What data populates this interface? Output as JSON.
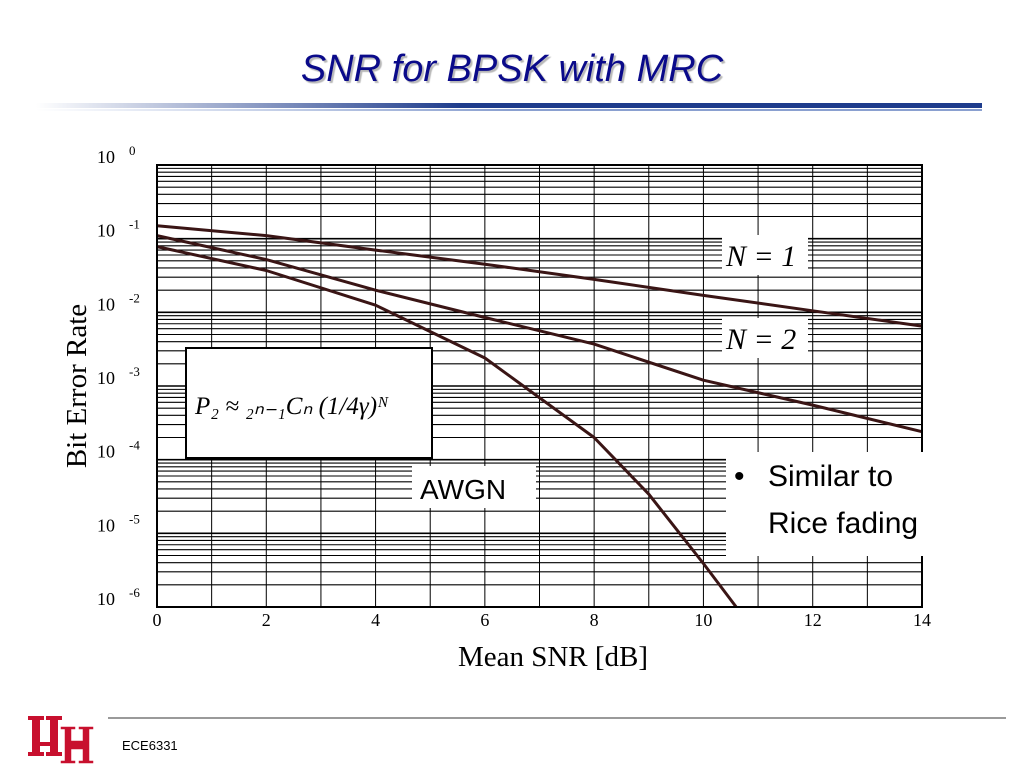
{
  "slide": {
    "title": "SNR for BPSK with MRC",
    "footer": "ECE6331"
  },
  "colors": {
    "title": "#0a0a8a",
    "rule": "#1e3c8c",
    "curve": "#3a1515",
    "logo": "#c8102e"
  },
  "logo_icon": "uh-logo-icon",
  "chart_data": {
    "type": "line",
    "xlabel": "Mean SNR [dB]",
    "ylabel": "Bit Error Rate",
    "xlim": [
      0,
      14
    ],
    "ylim": [
      1e-06,
      1
    ],
    "yscale": "log",
    "grid": true,
    "xticks": [
      0,
      2,
      4,
      6,
      8,
      10,
      12,
      14
    ],
    "yticks": [
      {
        "base": "10",
        "exp": "0",
        "value": 1
      },
      {
        "base": "10",
        "exp": "-1",
        "value": 0.1
      },
      {
        "base": "10",
        "exp": "-2",
        "value": 0.01
      },
      {
        "base": "10",
        "exp": "-3",
        "value": 0.001
      },
      {
        "base": "10",
        "exp": "-4",
        "value": 0.0001
      },
      {
        "base": "10",
        "exp": "-5",
        "value": 1e-05
      },
      {
        "base": "10",
        "exp": "-6",
        "value": 1e-06
      }
    ],
    "series": [
      {
        "name": "N = 1",
        "x": [
          0,
          2,
          4,
          6,
          8,
          10,
          12,
          14
        ],
        "y": [
          0.15,
          0.11,
          0.07,
          0.045,
          0.028,
          0.017,
          0.0105,
          0.0065
        ]
      },
      {
        "name": "N = 2",
        "x": [
          0,
          2,
          4,
          6,
          8,
          10,
          12,
          14
        ],
        "y": [
          0.11,
          0.052,
          0.02,
          0.0085,
          0.0037,
          0.0012,
          0.00055,
          0.00024
        ]
      },
      {
        "name": "AWGN",
        "x": [
          0,
          2,
          4,
          6,
          8,
          9,
          10,
          10.6
        ],
        "y": [
          0.078,
          0.037,
          0.0125,
          0.0024,
          0.0002,
          3.4e-05,
          3.9e-06,
          1e-06
        ]
      }
    ],
    "annotations": {
      "formula": "P₂ ≈ ₂ₙ₋₁Cₙ (1/4γ)ᴺ",
      "note_bullet": "•",
      "note_line1": "Similar to",
      "note_line2": "Rice fading"
    }
  }
}
